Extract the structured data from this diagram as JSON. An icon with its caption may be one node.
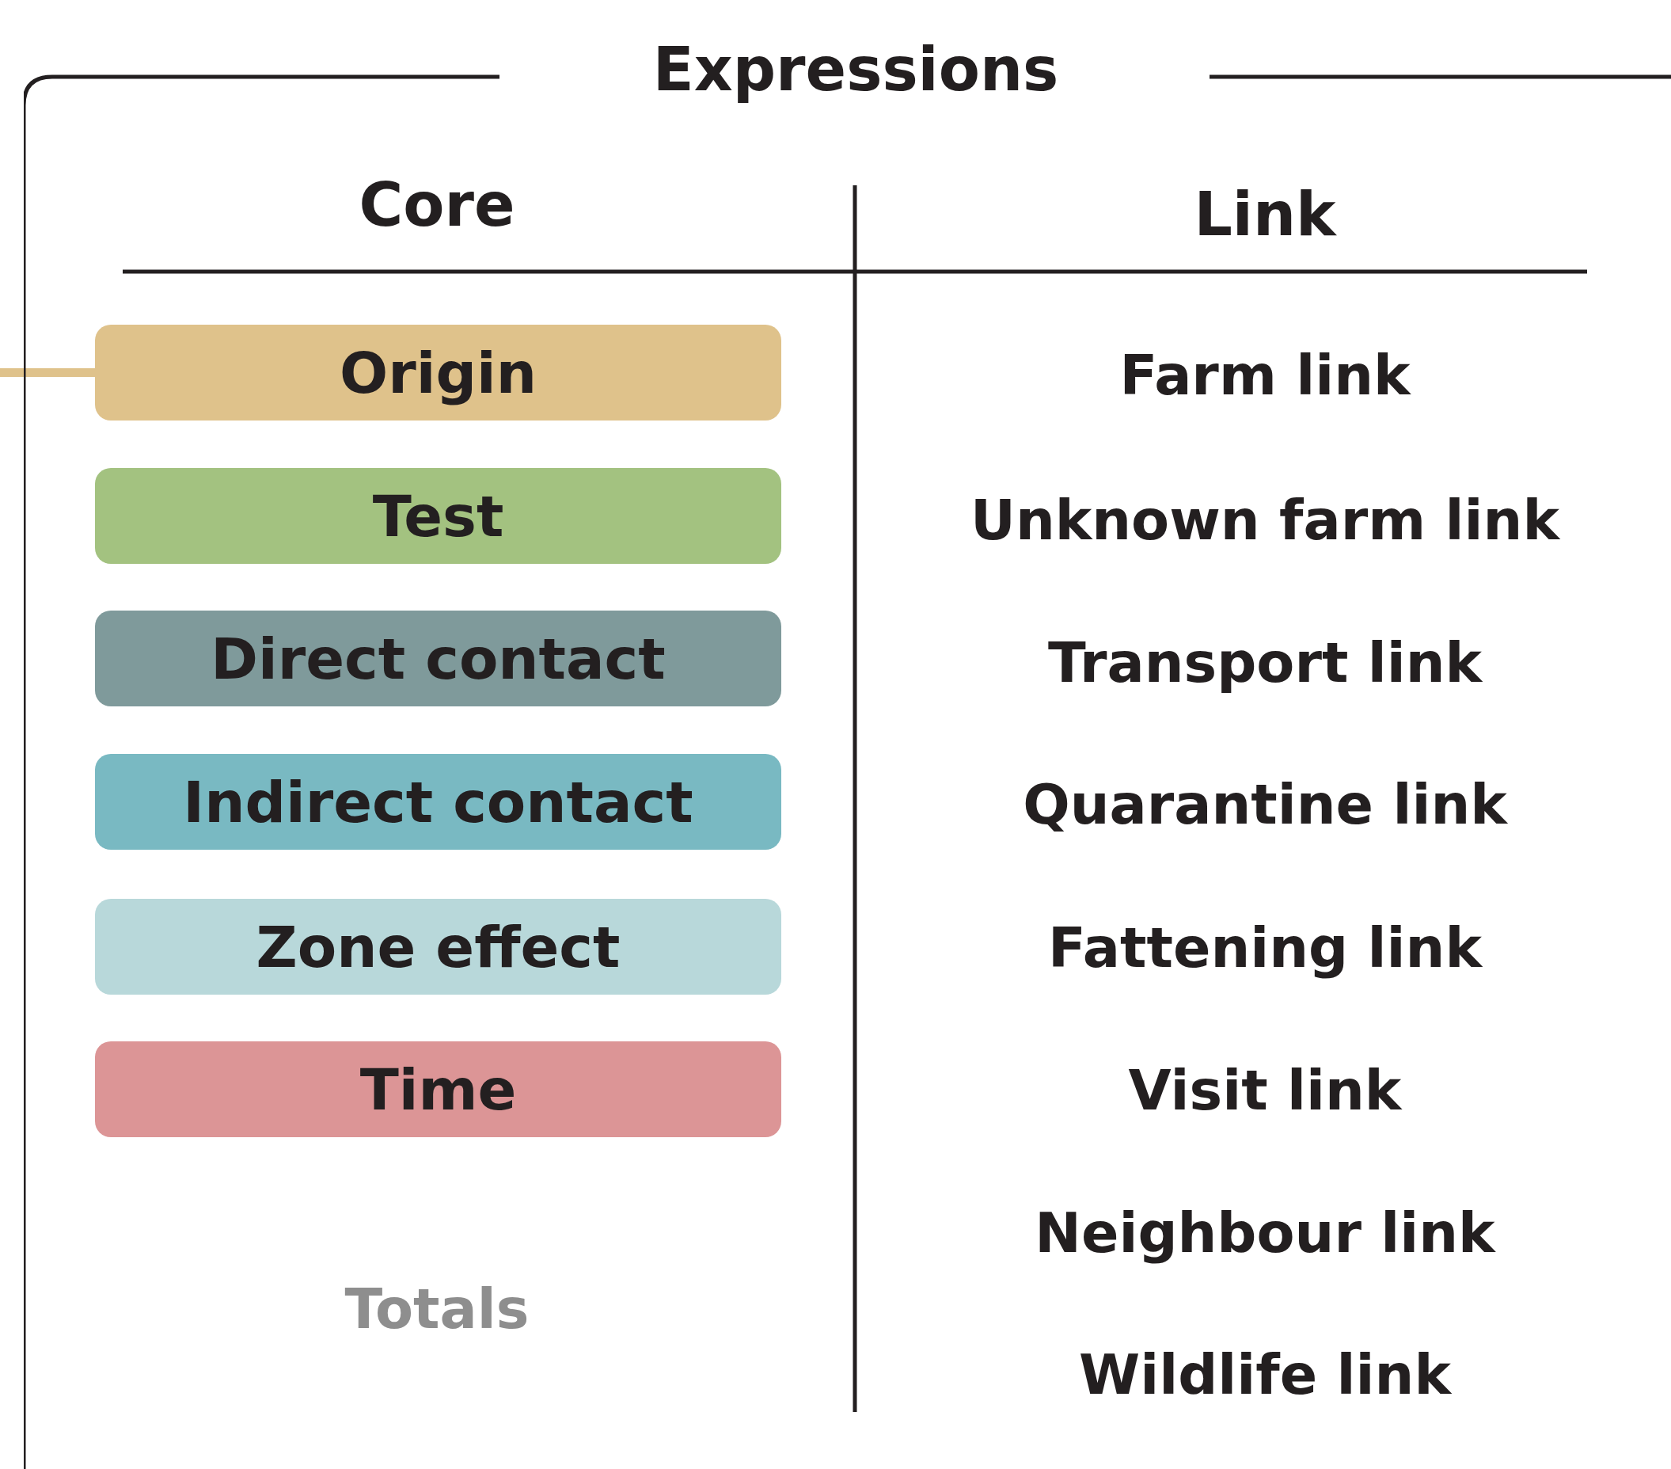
{
  "diagram": {
    "nodes": [
      {
        "text": [
          "Expressions"
        ]
      },
      {
        "text": [
          "Origin"
        ],
        "in": 0
      },
      {
        "text": [
          "Test"
        ],
        "in": 0
      },
      {
        "text": [
          "Direct contact"
        ],
        "in": 0
      },
      {
        "text": [
          "Indirect contact"
        ],
        "in": 0
      },
      {
        "text": [
          "Zone effect"
        ],
        "in": 0
      },
      {
        "text": [
          "Time"
        ],
        "in": 0
      }
    ],
    "edges": [
      {
        "from": null,
        "to": 1,
        "arrow": "none"
      }
    ],
    "labels": [
      "Core",
      "Link",
      "Farm link",
      "Unknown farm link",
      "Transport link",
      "Quarantine link",
      "Fattening link",
      "Visit link",
      "Neighbour link",
      "Wildlife link",
      "Totals"
    ]
  }
}
